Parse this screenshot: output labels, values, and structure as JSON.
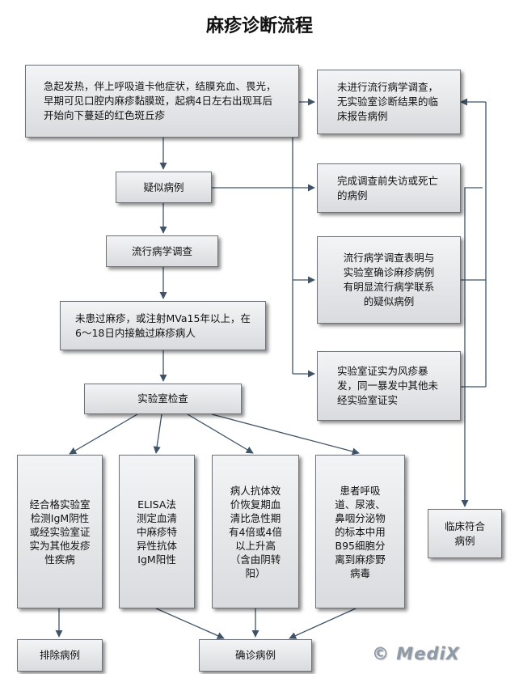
{
  "title": "麻疹诊断流程",
  "boxes": {
    "clinical_symptoms": "急起发热，伴上呼吸道卡他症状，结膜充血、畏光，早期可见口腔内麻疹黏膜斑，起病4日左右出现耳后开始向下蔓延的红色斑丘疹",
    "suspected_case": "疑似病例",
    "epi_investigation": "流行病学调查",
    "exposure_history": "未患过麻疹，或注射MVa15年以上，在6～18日内接触过麻疹病人",
    "lab_test": "实验室检查",
    "no_epi_no_lab": "未进行流行病学调查，无实验室诊断结果的临床报告病例",
    "lost_or_died": "完成调查前失访或死亡的病例",
    "epi_link": "流行病学调查表明与实验室确诊麻疹病例有明显流行病学联系的疑似病例",
    "rubella_outbreak": "实验室证实为风疹暴发，同一暴发中其他未经实验室证实",
    "clinical_case": "临床符合病例",
    "igm_negative": "经合格实验室检测IgM阴性或经实验室证实为其他发疹性疾病",
    "elisa": "ELISA法测定血清中麻疹特异性抗体IgM阳性",
    "antibody_titer": "病人抗体效价恢复期血清比急性期有4倍或4倍以上升高（含由阴转阳）",
    "virus_isolation": "患者呼吸道、尿液、鼻咽分泌物的标本中用B95细胞分离到麻疹野病毒",
    "excluded_case": "排除病例",
    "confirmed_case": "确诊病例"
  },
  "watermark": "© MediX",
  "colors": {
    "arrow": "#3f5368",
    "border": "#6f7379"
  }
}
